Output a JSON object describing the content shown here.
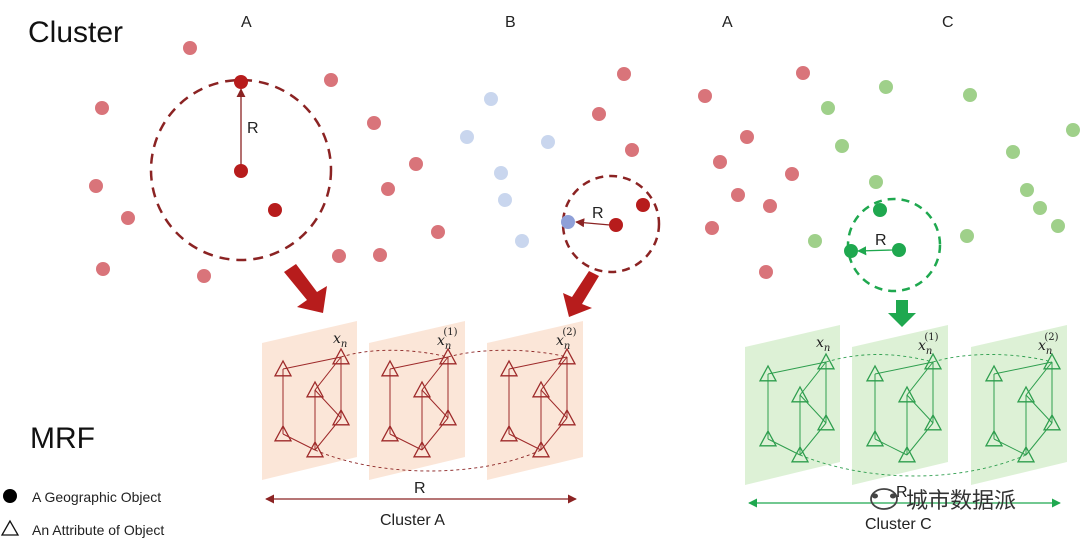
{
  "titles": {
    "cluster": "Cluster",
    "mrf": "MRF"
  },
  "column_labels": [
    "A",
    "B",
    "A",
    "C"
  ],
  "radius_label": "R",
  "layers": {
    "a": [
      {
        "base": "x",
        "sub": "n",
        "sup": ""
      },
      {
        "base": "x",
        "sub": "n",
        "sup": "(1)"
      },
      {
        "base": "x",
        "sub": "n",
        "sup": "(2)"
      }
    ],
    "c": [
      {
        "base": "x",
        "sub": "n",
        "sup": ""
      },
      {
        "base": "x",
        "sub": "n",
        "sup": "(1)"
      },
      {
        "base": "x",
        "sub": "n",
        "sup": "(2)"
      }
    ]
  },
  "captions": {
    "cluster_a": "Cluster A",
    "cluster_c": "Cluster C"
  },
  "legend": {
    "object": "A Geographic Object",
    "attribute": "An Attribute of Object"
  },
  "watermark": "城市数据派",
  "colors": {
    "red_light": "#d9747a",
    "red_dark": "#b71c1c",
    "red_outline": "#8b2323",
    "blue_light": "#c9d6ee",
    "green_light": "#9fd08a",
    "green_dark": "#1fa84f",
    "panel_red": "#fbe3d4",
    "panel_green": "#d9efd2",
    "tri_red": "#9e2a2a",
    "tri_green": "#2e9e4e"
  }
}
